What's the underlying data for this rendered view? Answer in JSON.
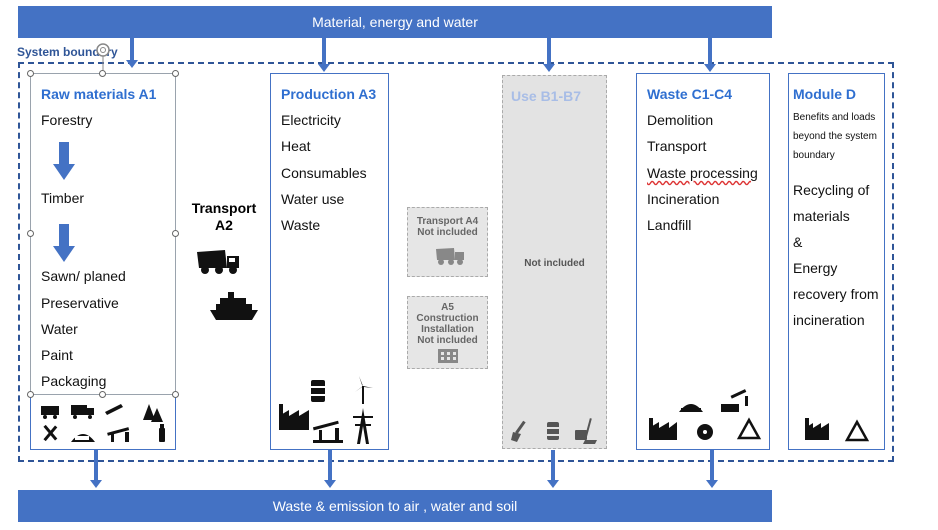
{
  "top_band": "Material, energy and water",
  "bottom_band": "Waste & emission to air , water and soil",
  "boundary_label": "System boundary",
  "raw": {
    "title": "Raw materials A1",
    "items": [
      "Forestry",
      "Timber",
      "Sawn/ planed",
      "Preservative",
      "Water",
      "Paint",
      "Packaging"
    ]
  },
  "transport": {
    "line1": "Transport",
    "line2": "A2"
  },
  "production": {
    "title": "Production A3",
    "items": [
      "Electricity",
      "Heat",
      "Consumables",
      "Water use",
      "Waste"
    ]
  },
  "transport_a4": {
    "line1": "Transport A4",
    "line2": "Not included"
  },
  "a5": {
    "line1": "A5",
    "line2": "Construction",
    "line3": "Installation",
    "line4": "Not included"
  },
  "use": {
    "title": "Use B1-B7",
    "note": "Not included"
  },
  "waste": {
    "title": "Waste C1-C4",
    "items": [
      "Demolition",
      "Transport",
      "Waste processing",
      "Incineration",
      "Landfill"
    ]
  },
  "module_d": {
    "title": "Module D",
    "small_lines": [
      "Benefits and loads",
      "beyond the system",
      "boundary"
    ],
    "items": [
      "Recycling of",
      "materials",
      "&",
      "Energy",
      "recovery from",
      "incineration"
    ]
  },
  "colors": {
    "band": "#4472c4",
    "title": "#2f6fd0",
    "boundary": "#2f5597",
    "muted": "#e3e3e3"
  }
}
